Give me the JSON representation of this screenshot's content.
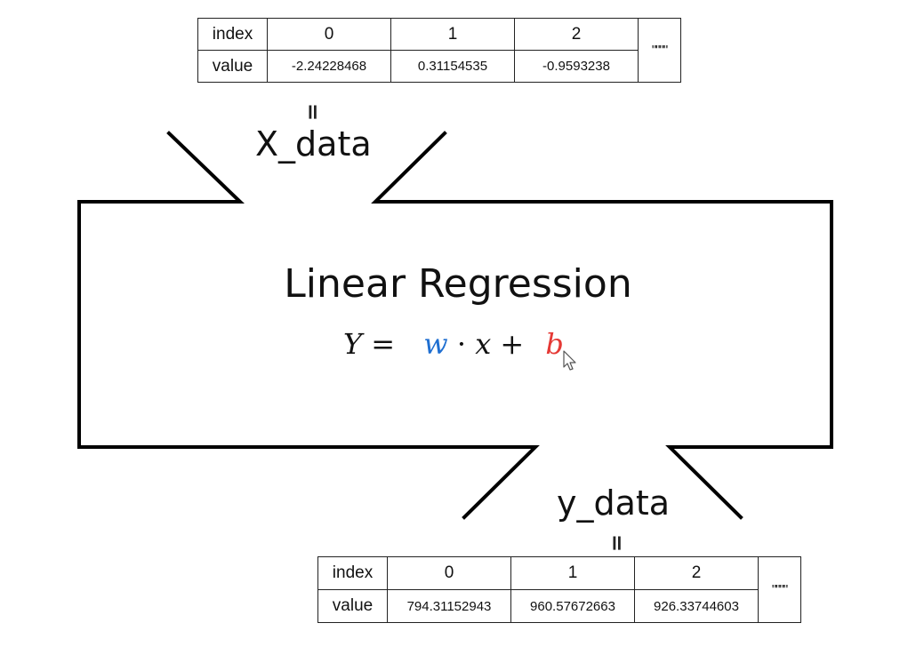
{
  "input": {
    "label": "X_data",
    "equals_symbol": "=",
    "table": {
      "row_headers": [
        "index",
        "value"
      ],
      "indices": [
        "0",
        "1",
        "2"
      ],
      "values": [
        "-2.24228468",
        "0.31154535",
        "-0.9593238"
      ],
      "ellipsis": "\"\"\"\""
    }
  },
  "model": {
    "title": "Linear Regression",
    "formula": {
      "lhs": "Y",
      "equals": "=",
      "weight": "w",
      "dot": "·",
      "x": "x",
      "plus": "+",
      "bias": "b"
    },
    "colors": {
      "weight": "#1f6fd1",
      "bias": "#e53935"
    }
  },
  "output": {
    "label": "y_data",
    "equals_symbol": "=",
    "table": {
      "row_headers": [
        "index",
        "value"
      ],
      "indices": [
        "0",
        "1",
        "2"
      ],
      "values": [
        "794.31152943",
        "960.57672663",
        "926.33744603"
      ],
      "ellipsis": "\"\"\"\""
    }
  }
}
